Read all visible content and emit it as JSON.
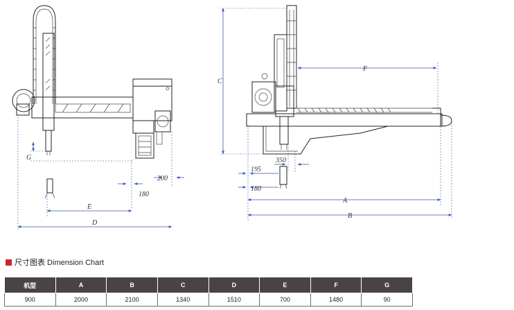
{
  "drawing": {
    "left_view_dims": {
      "g": "G",
      "d200": "200",
      "d180": "180",
      "e": "E",
      "d": "D"
    },
    "right_view_dims": {
      "c": "C",
      "f": "F",
      "d350": "350",
      "d195": "195",
      "d180": "180",
      "a": "A",
      "b": "B"
    }
  },
  "section": {
    "title": "尺寸图表 Dimension Chart",
    "accent_color": "#c8262e"
  },
  "table": {
    "headers": [
      "机型",
      "A",
      "B",
      "C",
      "D",
      "E",
      "F",
      "G"
    ],
    "rows": [
      [
        "900",
        "2000",
        "2100",
        "1340",
        "1510",
        "700",
        "1480",
        "90"
      ]
    ],
    "header_color": "#4a4346"
  }
}
